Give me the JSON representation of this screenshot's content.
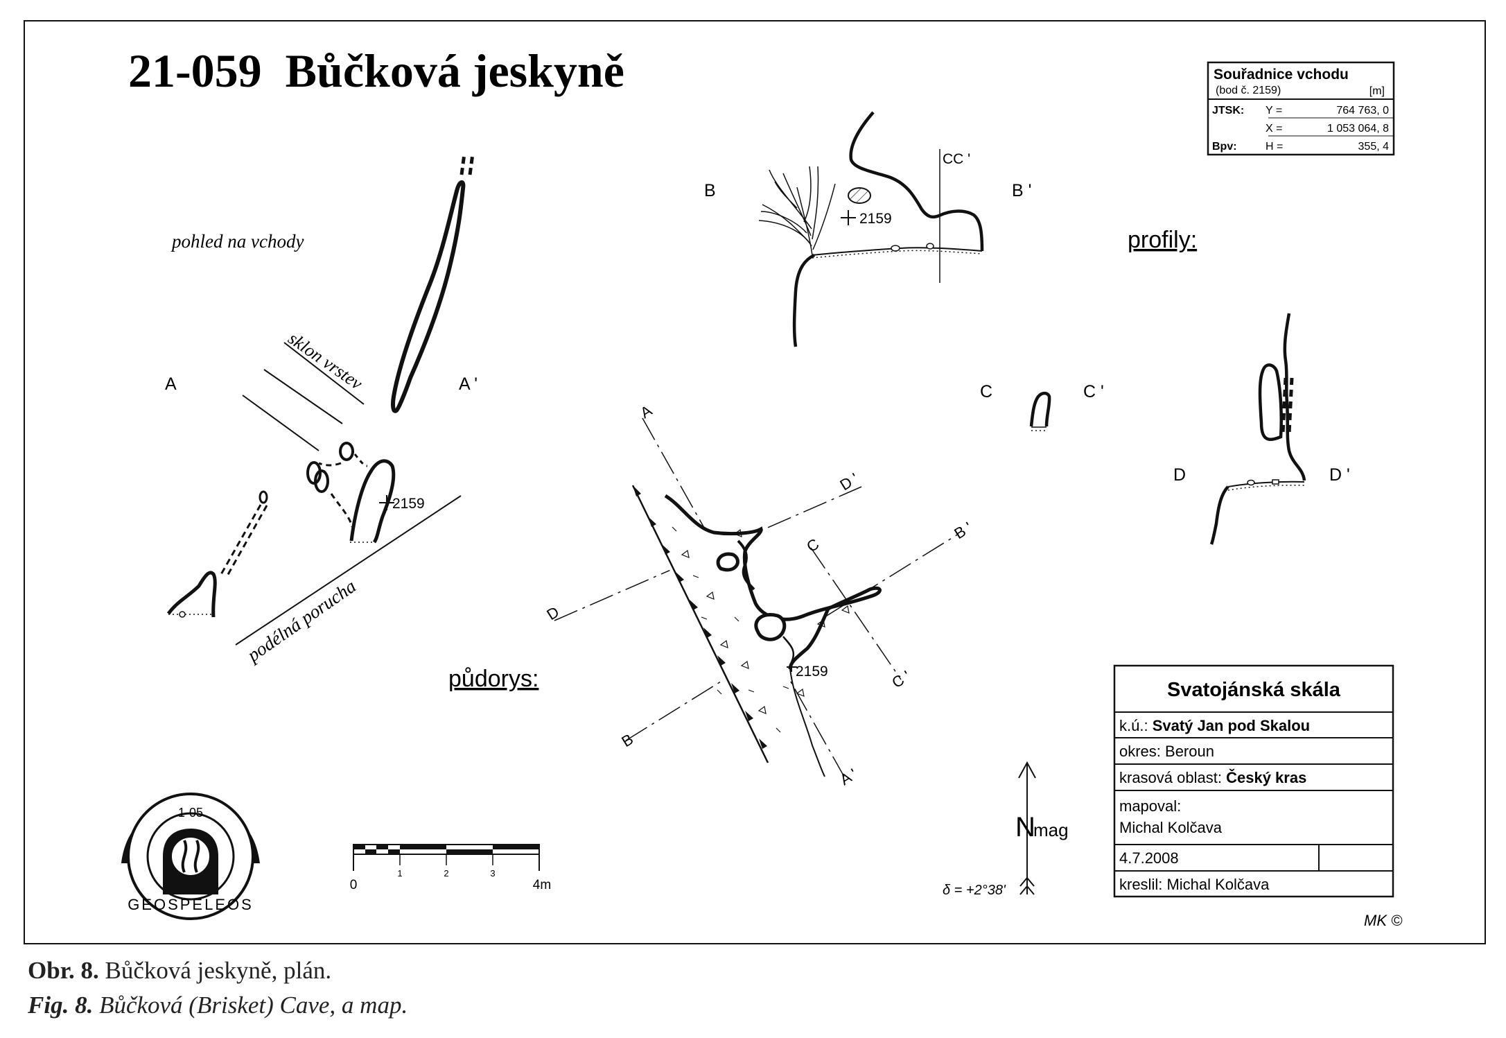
{
  "map": {
    "title": "21-059  Bůčková jeskyně",
    "coordinates_box": {
      "heading": "Souřadnice vchodu",
      "subheading": "(bod č. 2159)",
      "unit": "[m]",
      "rows": [
        {
          "system": "JTSK:",
          "axis": "Y =",
          "value": "764 763, 0"
        },
        {
          "system": "",
          "axis": "X =",
          "value": "1 053 064, 8"
        },
        {
          "system": "Bpv:",
          "axis": "H =",
          "value": "355, 4"
        }
      ]
    },
    "section_headings": {
      "profiles": "profily:",
      "plan": "půdorys:"
    },
    "annotations": {
      "entrance_view": "pohled na vchody",
      "bedding_slope": "sklon vrstev",
      "fault": "podélná porucha"
    },
    "points": {
      "survey_point": "2159"
    },
    "profile_labels": {
      "A": "A",
      "A_prime": "A '",
      "B": "B",
      "B_prime": "B '",
      "C": "C",
      "C_prime": "C '",
      "D": "D",
      "D_prime": "D '",
      "CC_prime": "CC '"
    },
    "plan_labels": {
      "A": "A",
      "A_prime": "A '",
      "B": "B",
      "B_prime": "B '",
      "C": "C",
      "C_prime": "C '",
      "D": "D",
      "D_prime": "D '"
    },
    "north": {
      "label": "N",
      "subscript": "mag",
      "declination": "δ = +2°38'"
    },
    "scale_bar": {
      "ticks": [
        "0",
        "1",
        "2",
        "3",
        "4m"
      ]
    },
    "logo": {
      "text": "GEOSPELEOS",
      "code": "1-05"
    },
    "title_block": {
      "area": "Svatojánská skála",
      "cadastre_label": "k.ú.:",
      "cadastre_value": "Svatý Jan pod Skalou",
      "district": "okres: Beroun",
      "karst_label": "krasová oblast:",
      "karst_value": "Český kras",
      "mapped_label": "mapoval:",
      "mapped_value": "Michal Kolčava",
      "date": "4.7.2008",
      "drawn": "kreslil: Michal Kolčava"
    },
    "signature": "MK ©"
  },
  "caption": {
    "cz_prefix": "Obr. 8.",
    "cz_text": " Bůčková jeskyně, plán.",
    "en_prefix": "Fig. 8.",
    "en_text": " Bůčková (Brisket) Cave, a map."
  }
}
